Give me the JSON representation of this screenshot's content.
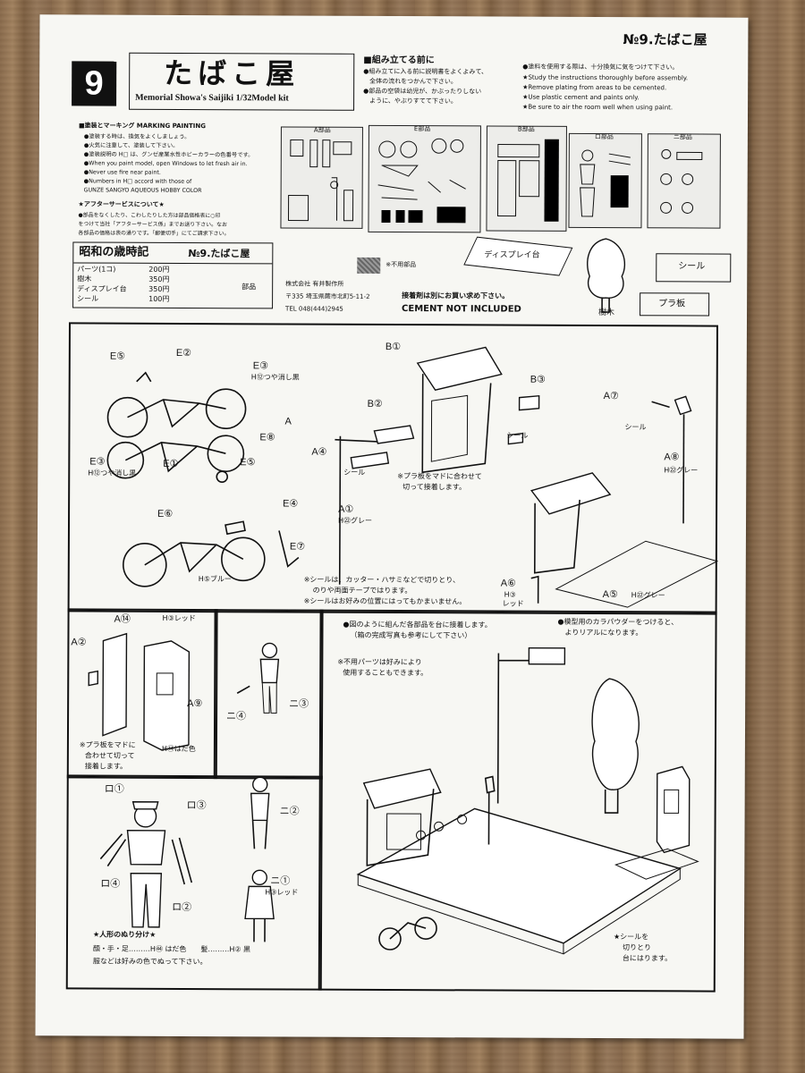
{
  "header": {
    "number_badge": "9",
    "title_jp": "たばこ屋",
    "subtitle_en": "Memorial Showa's Saijiki 1/32Model kit",
    "corner_title": "№9.たばこ屋"
  },
  "before_assembly": {
    "heading": "■組み立てる前に",
    "jp_lines": [
      "●組み立てに入る前に説明書をよくよみて、",
      "　全体の流れをつかんで下さい。",
      "●部品の空袋は幼児が、かぶったりしない",
      "　ように、やぶりすてて下さい。"
    ],
    "en_lines": [
      "●塗料を使用する際は、十分換気に気をつけて下さい。",
      "★Study the instructions thoroughly before assembly.",
      "★Remove plating from areas to be cemented.",
      "★Use plastic cement and paints only.",
      "★Be sure to air the room well when using paint."
    ]
  },
  "painting": {
    "heading": "■塗装とマーキング  MARKING PAINTING",
    "lines": [
      "●塗装する時は、換気をよくしましょう。",
      "●火気に注意して、塗装して下さい。",
      "●塗装説明の H□ は、グンゼ産業水性ホビーカラーの色番号です。",
      "●When you paint model, open Windows to let fresh air in.",
      "●Never use fire near paint.",
      "●Numbers in H□ accord with those of",
      "  GUNZE SANGYO AQUEOUS HOBBY COLOR"
    ]
  },
  "after_service": {
    "heading": "★アフターサービスについて★",
    "lines": [
      "●部品をなくしたり、こわしたりした方は部品価格表に○印",
      "をつけて当社「アフターサービス係」までお送り下さい。なお",
      "各部品の価格は表の通りです。「郵便切手」にてご請求下さい。"
    ]
  },
  "price_table": {
    "title": "昭和の歳時記",
    "product": "№9.たばこ屋",
    "rows": [
      {
        "item": "パーツ(1コ)",
        "price": "200円"
      },
      {
        "item": "樹木",
        "price": "350円"
      },
      {
        "item": "ディスプレイ台",
        "price": "350円"
      },
      {
        "item": "シール",
        "price": "100円"
      }
    ],
    "parts_label": "部品"
  },
  "company": {
    "name": "株式会社 有井製作所",
    "address": "〒335 埼玉県蕨市北町5-11-2",
    "tel": "TEL 048(444)2945",
    "cement_jp": "接着剤は別にお買い求め下さい。",
    "cement_en": "CEMENT NOT INCLUDED"
  },
  "runners": {
    "a": "A部品",
    "e": "E部品",
    "b": "B部品",
    "ro": "ロ部品",
    "ni": "ニ部品",
    "unused_legend": "※不用部品",
    "display_base": "ディスプレイ台",
    "tree": "樹木",
    "seal": "シール",
    "plastic_plate": "プラ板"
  },
  "step_bikes": {
    "labels": [
      "E⑤",
      "E②",
      "E③",
      "H⑫つや消し黒",
      "A",
      "E⑧",
      "E③",
      "H⑫つや消し黒",
      "E①",
      "E⑤",
      "E⑥",
      "E④",
      "E⑦",
      "H⑤ブルー"
    ]
  },
  "step_shop": {
    "labels": [
      "B①",
      "B②",
      "B③",
      "シール",
      "A④",
      "シール",
      "A①",
      "H㉒グレー",
      "A⑦",
      "シール",
      "A⑧",
      "H㉒グレー",
      "A⑥",
      "H③",
      "レッド",
      "A⑤",
      "H㉒グレー"
    ],
    "note_plate": [
      "※プラ板をマドに合わせて",
      "切って接着します。"
    ],
    "note_seal": [
      "※シールは、カッター・ハサミなどで切りとり、",
      "のりや両面テープではります。",
      "※シールはお好みの位置にはってもかまいません。"
    ]
  },
  "step_phonebox": {
    "labels": [
      "A⑭",
      "H③レッド",
      "A②",
      "A⑨",
      "H㊹はだ色"
    ],
    "note": [
      "※プラ板をマドに",
      "合わせて切って",
      "接着します。"
    ]
  },
  "step_figures_small": {
    "labels": [
      "ニ④",
      "ニ③",
      "ニ②",
      "ニ①",
      "H③レッド"
    ]
  },
  "step_figure_man": {
    "labels": [
      "ロ①",
      "ロ③",
      "ロ④",
      "ロ②"
    ],
    "note_heading": "★人形のぬり分け★",
    "note_line1": "顔・手・足………H㊹ はだ色　　髪………H② 黒",
    "note_line2": "服などは好みの色でぬって下さい。"
  },
  "step_final": {
    "note_top": [
      "●図のように組んだ各部品を台に接着します。",
      "（箱の完成写真も参考にして下さい）"
    ],
    "note_unused": [
      "※不用パーツは好みにより",
      "使用することもできます。"
    ],
    "note_powder": [
      "●模型用のカラパウダーをつけると、",
      "よりリアルになります。"
    ],
    "note_seal": [
      "★シールを",
      "切りとり",
      "台にはります。"
    ]
  },
  "colors": {
    "ink": "#111111",
    "paper": "#f7f7f3",
    "wood": "#8a6b4c"
  }
}
